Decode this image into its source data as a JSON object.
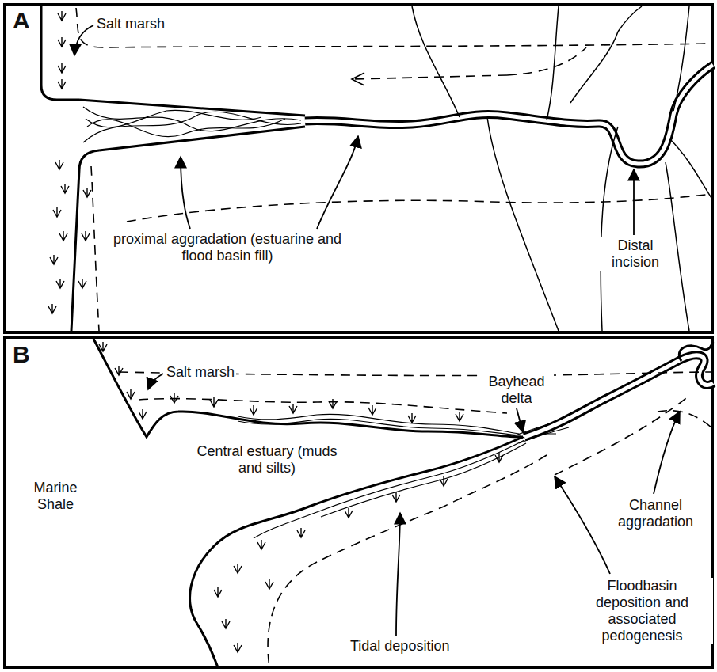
{
  "diagram": {
    "labels": [
      "A",
      "Salt marsh",
      "proximal aggradation (estuarine and flood basin fill)",
      "Distal incision",
      "B",
      "Salt marsh",
      "Bayhead delta",
      "Central estuary (muds and silts)",
      "Marine Shale",
      "Channel aggradation",
      "Floodbasin deposition and associated pedogenesis",
      "Tidal deposition"
    ]
  }
}
